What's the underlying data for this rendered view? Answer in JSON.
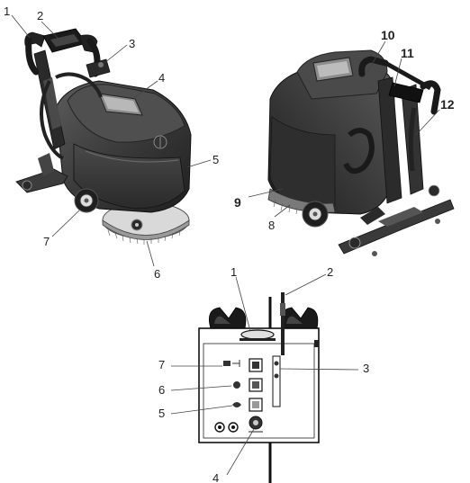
{
  "figure_top_left": {
    "callouts": [
      {
        "id": "tl-1",
        "text": "1"
      },
      {
        "id": "tl-2",
        "text": "2"
      },
      {
        "id": "tl-3",
        "text": "3"
      },
      {
        "id": "tl-4",
        "text": "4"
      },
      {
        "id": "tl-5",
        "text": "5"
      },
      {
        "id": "tl-6",
        "text": "6"
      },
      {
        "id": "tl-7",
        "text": "7"
      }
    ]
  },
  "figure_top_right": {
    "callouts": [
      {
        "id": "tr-8",
        "text": "8"
      },
      {
        "id": "tr-9",
        "text": "9"
      },
      {
        "id": "tr-10",
        "text": "10"
      },
      {
        "id": "tr-11",
        "text": "11"
      },
      {
        "id": "tr-12",
        "text": "12"
      }
    ]
  },
  "figure_bottom": {
    "callouts": [
      {
        "id": "b-1",
        "text": "1"
      },
      {
        "id": "b-2",
        "text": "2"
      },
      {
        "id": "b-3",
        "text": "3"
      },
      {
        "id": "b-4",
        "text": "4"
      },
      {
        "id": "b-5",
        "text": "5"
      },
      {
        "id": "b-6",
        "text": "6"
      },
      {
        "id": "b-7",
        "text": "7"
      }
    ]
  },
  "colors": {
    "machine_body": "#3a3a3a",
    "machine_dark": "#1e1e1e",
    "machine_light": "#6a6a6a",
    "brush_base": "#d8d8d8",
    "leader_line": "#444444"
  }
}
